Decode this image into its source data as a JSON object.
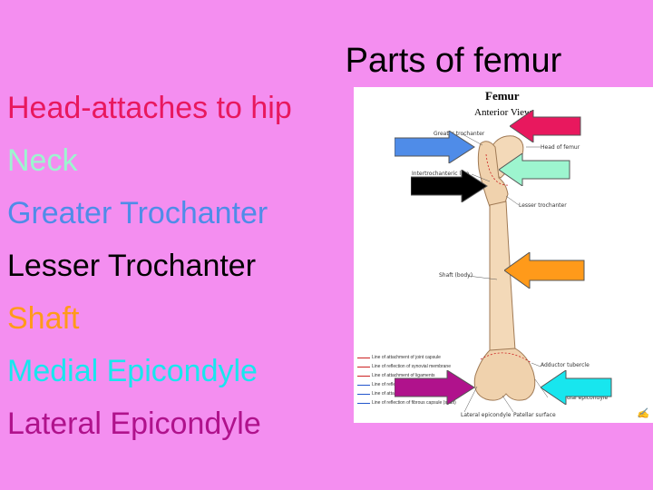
{
  "slide": {
    "title": "Parts of femur",
    "terms": [
      {
        "text": "Head-attaches to hip",
        "color": "#e8185e"
      },
      {
        "text": "Neck",
        "color": "#9df5cf"
      },
      {
        "text": "Greater Trochanter",
        "color": "#4f8ce8"
      },
      {
        "text": "Lesser Trochanter",
        "color": "#000000"
      },
      {
        "text": "Shaft",
        "color": "#ff9a1a"
      },
      {
        "text": "Medial Epicondyle",
        "color": "#18e6ee"
      },
      {
        "text": "Lateral Epicondyle",
        "color": "#b0128c"
      }
    ]
  },
  "figure": {
    "title": "Femur",
    "subtitle": "Anterior View",
    "labels": {
      "greater_trochanter": "Greater trochanter",
      "head": "Head of femur",
      "intertrochanteric": "Intertrochanteric line",
      "lesser": "Lesser trochanter",
      "shaft": "Shaft (body)",
      "adductor": "Adductor tubercle",
      "medial": "Medial epicondyle",
      "lateral": "Lateral epicondyle",
      "patellar": "Patellar surface"
    },
    "legend": [
      "Line of attachment of joint capsule",
      "Line of reflection of synovial membrane",
      "Line of attachment of ligaments",
      "Line of reflection of fibrous capsule",
      "Line of attachment of fibrous capsule",
      "Line of reflection of fibrous capsule (shaft)"
    ],
    "legend_colors": [
      "#cc2222",
      "#cc2222",
      "#cc2222",
      "#2255cc",
      "#2255cc",
      "#2255cc"
    ]
  },
  "arrows": [
    {
      "name": "greater-trochanter-arrow",
      "dir": "right",
      "color": "#4f8ce8"
    },
    {
      "name": "head-arrow",
      "dir": "left",
      "color": "#e8185e"
    },
    {
      "name": "neck-arrow",
      "dir": "left",
      "color": "#9df5cf"
    },
    {
      "name": "lesser-trochanter-arrow",
      "dir": "right",
      "color": "#000000"
    },
    {
      "name": "shaft-arrow",
      "dir": "left",
      "color": "#ff9a1a"
    },
    {
      "name": "lateral-epicondyle-arrow",
      "dir": "right",
      "color": "#b0128c"
    },
    {
      "name": "medial-epicondyle-arrow",
      "dir": "left",
      "color": "#18e6ee"
    }
  ]
}
